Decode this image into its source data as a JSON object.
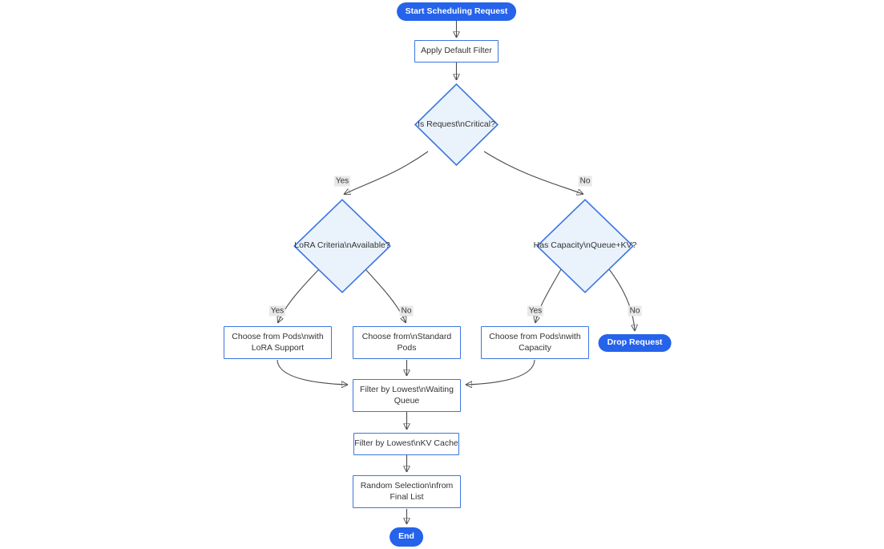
{
  "diagram": {
    "type": "flowchart",
    "direction": "top-down",
    "colors": {
      "terminator_fill": "#2563eb",
      "terminator_text": "#ffffff",
      "process_fill": "#ffffff",
      "process_border": "#3b76e0",
      "decision_fill": "#eaf2fb",
      "decision_border": "#3b76e0",
      "edge_stroke": "#4a4a4a",
      "edge_label_bg": "#e8e8e8",
      "text": "#333333"
    },
    "nodes": {
      "start": {
        "type": "terminator",
        "label": "Start Scheduling Request"
      },
      "apply_filter": {
        "type": "process",
        "label": "Apply Default Filter"
      },
      "is_critical": {
        "type": "decision",
        "label": "Is Request\\nCritical?"
      },
      "lora_criteria": {
        "type": "decision",
        "label": "LoRA Criteria\\nAvailable?"
      },
      "has_capacity": {
        "type": "decision",
        "label": "Has Capacity\\nQueue+KV?"
      },
      "choose_lora": {
        "type": "process",
        "label": "Choose from Pods\\nwith LoRA Support"
      },
      "choose_standard": {
        "type": "process",
        "label": "Choose from\\nStandard Pods"
      },
      "choose_capacity": {
        "type": "process",
        "label": "Choose from Pods\\nwith Capacity"
      },
      "drop_request": {
        "type": "terminator",
        "label": "Drop Request"
      },
      "filter_queue": {
        "type": "process",
        "label": "Filter by Lowest\\nWaiting Queue"
      },
      "filter_kv": {
        "type": "process",
        "label": "Filter by Lowest\\nKV Cache"
      },
      "random_selection": {
        "type": "process",
        "label": "Random Selection\\nfrom Final List"
      },
      "end": {
        "type": "terminator",
        "label": "End"
      }
    },
    "edge_labels": {
      "critical_yes": "Yes",
      "critical_no": "No",
      "lora_yes": "Yes",
      "lora_no": "No",
      "capacity_yes": "Yes",
      "capacity_no": "No"
    }
  }
}
